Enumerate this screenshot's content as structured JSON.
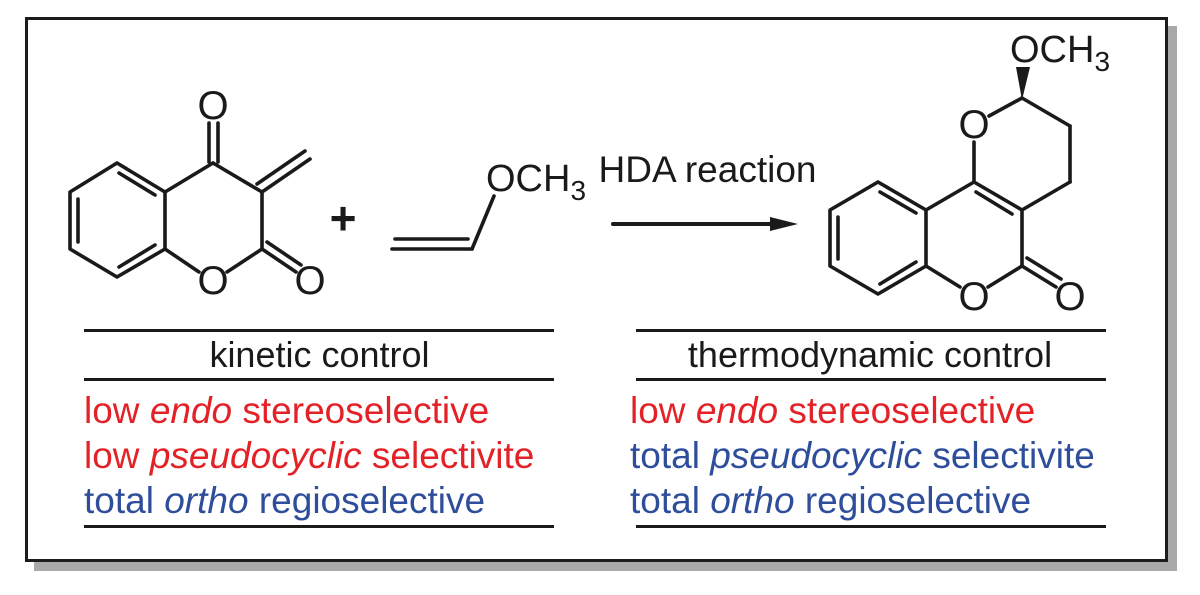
{
  "colors": {
    "red": "#e32126",
    "blue": "#2e4d9b",
    "line": "#1a1a1a",
    "shadow": "#a9a9a9"
  },
  "scheme": {
    "plus": "+",
    "arrow_label": "HDA reaction",
    "diene": {
      "ketone_o": "O",
      "ring_o": "O",
      "lactone_o": "O"
    },
    "dienophile": {
      "methoxy": "OCH",
      "methoxy_sub": "3"
    },
    "product": {
      "methoxy": "OCH",
      "methoxy_sub": "3",
      "pyran_o": "O",
      "ring_o": "O",
      "lactone_o": "O"
    }
  },
  "columns": [
    {
      "header": "kinetic control",
      "lines": [
        {
          "pre": "low ",
          "word": "endo",
          "post": " stereoselective",
          "color": "red"
        },
        {
          "pre": "low ",
          "word": "pseudocyclic",
          "post": " selectivite",
          "color": "red"
        },
        {
          "pre": "total ",
          "word": "ortho",
          "post": " regioselective",
          "color": "blue"
        }
      ]
    },
    {
      "header": "thermodynamic control",
      "lines": [
        {
          "pre": "low ",
          "word": "endo",
          "post": " stereoselective",
          "color": "red"
        },
        {
          "pre": "total ",
          "word": "pseudocyclic",
          "post": " selectivite",
          "color": "blue"
        },
        {
          "pre": "total ",
          "word": "ortho",
          "post": " regioselective",
          "color": "blue"
        }
      ]
    }
  ]
}
